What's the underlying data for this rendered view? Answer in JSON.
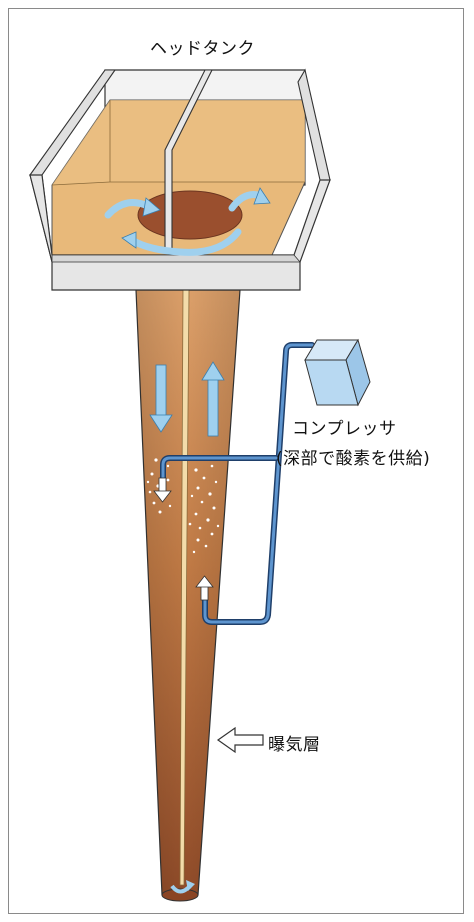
{
  "diagram": {
    "labels": {
      "head_tank": "ヘッドタンク",
      "compressor": "コンプレッサ",
      "compressor_note": "(深部で酸素を供給)",
      "aeration_layer": "曝気層"
    },
    "colors": {
      "water_light": "#e8b97a",
      "water_dark": "#9a4f2e",
      "tank_wall": "#e5e5e5",
      "flow_arrow": "#9fd0ee",
      "pipe": "#3a6fb0",
      "compressor_box": "#b8d9f2"
    }
  }
}
